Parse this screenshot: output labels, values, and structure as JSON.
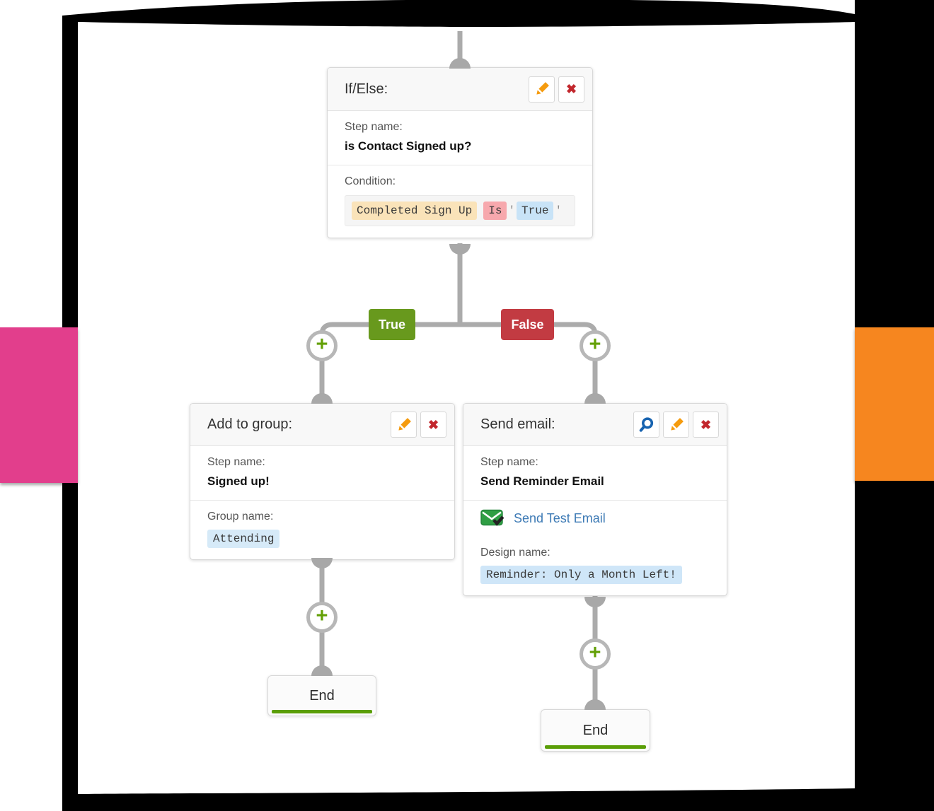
{
  "colors": {
    "frame": "#000000",
    "pink_accent": "#e23e8c",
    "orange_accent": "#f6861f",
    "true_badge": "#68991d",
    "false_badge": "#c23b42",
    "connector": "#ababab",
    "plus_green": "#63a005",
    "link_blue": "#3d7ab5"
  },
  "icons": {
    "plus": "+",
    "delete": "✖"
  },
  "branch": {
    "true_label": "True",
    "false_label": "False"
  },
  "ifelse": {
    "title": "If/Else:",
    "step_label": "Step name:",
    "step_value": "is Contact Signed up?",
    "condition_label": "Condition:",
    "condition": {
      "field": "Completed Sign Up",
      "operator": "Is",
      "quote_open": "'",
      "value": "True",
      "quote_close": "'"
    }
  },
  "add_to_group": {
    "title": "Add to group:",
    "step_label": "Step name:",
    "step_value": "Signed up!",
    "group_label": "Group name:",
    "group_value": "Attending"
  },
  "send_email": {
    "title": "Send email:",
    "step_label": "Step name:",
    "step_value": "Send Reminder Email",
    "test_link": "Send Test Email",
    "design_label": "Design name:",
    "design_value": "Reminder: Only a Month Left!"
  },
  "end_left": {
    "label": "End"
  },
  "end_right": {
    "label": "End"
  }
}
